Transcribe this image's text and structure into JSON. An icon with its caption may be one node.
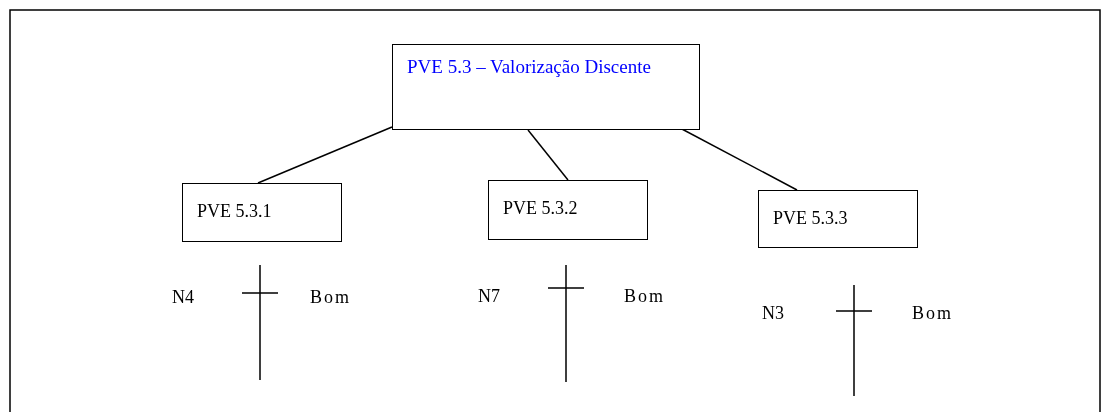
{
  "diagram": {
    "nodes": [
      {
        "text": [
          "PVE 5.3 – Valorização Discente"
        ]
      },
      {
        "text": [
          "PVE 5.3.1"
        ]
      },
      {
        "text": [
          "PVE 5.3.2"
        ]
      },
      {
        "text": [
          "PVE 5.3.3"
        ]
      }
    ],
    "edges": [
      {
        "from": 0,
        "to": 1,
        "arrow": "none"
      },
      {
        "from": 0,
        "to": 2,
        "arrow": "none"
      },
      {
        "from": 0,
        "to": 3,
        "arrow": "none"
      }
    ],
    "labels": [
      "N4",
      "Bom",
      "N7",
      "Bom",
      "N3",
      "Bom"
    ]
  }
}
